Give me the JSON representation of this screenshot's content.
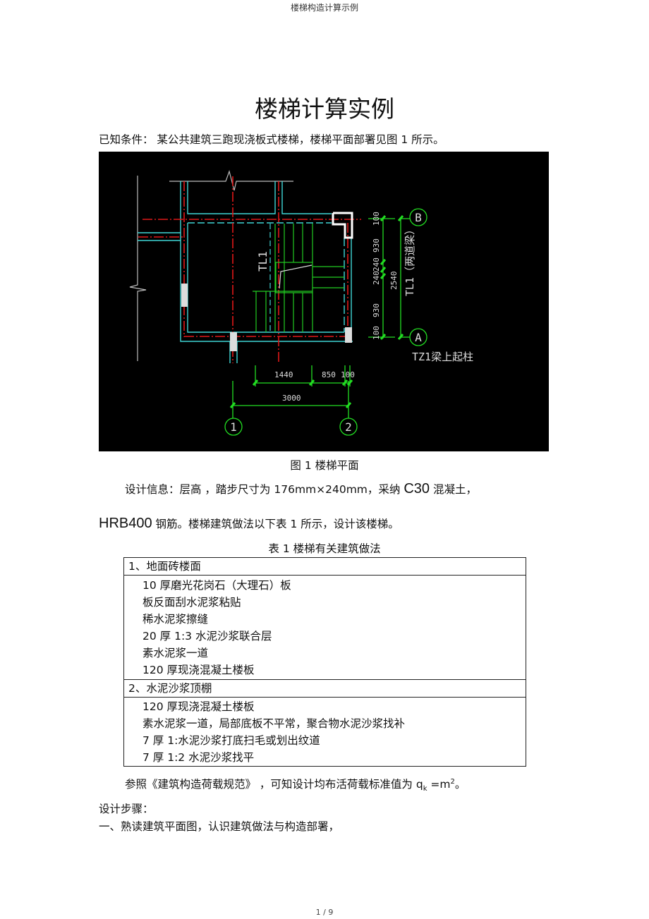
{
  "header": {
    "doc_title": "楼梯构造计算示例"
  },
  "title": "楼梯计算实例",
  "intro": "已知条件：   某公共建筑三跑现浇板式楼梯，楼梯平面部署见图      1 所示。",
  "figure": {
    "caption": "图 1 楼梯平面",
    "labels": {
      "tl1_left": "TL1",
      "tl1_right": "TL1（两道梁）",
      "tz1": "TZ1梁上起柱",
      "dim_100_top": "100",
      "dim_930_top": "930",
      "dim_240_a": "240",
      "dim_240_b": "240",
      "dim_930_bot": "930",
      "dim_100_bot": "100",
      "dim_2540": "2540",
      "dim_1440": "1440",
      "dim_850": "850",
      "dim_100_h": "100",
      "dim_3000": "3000",
      "axis_b": "B",
      "axis_a": "A",
      "axis_1": "1",
      "axis_2": "2"
    },
    "colors": {
      "background": "#000000",
      "wall": "#3fd6d6",
      "axis": "#e01818",
      "stair": "#22cc22",
      "dim": "#22dd22",
      "column": "#ffffff"
    }
  },
  "design_info": {
    "line1_a": "设计信息：层高  ，踏步尺寸为  176mm×240mm，采纳 ",
    "line1_c30": "C30",
    "line1_b": " 混凝土，",
    "line2_hrb": "HRB400",
    "line2_b": " 钢筋。楼梯建筑做法以下表   1 所示，设计该楼梯。"
  },
  "table": {
    "caption": "表 1 楼梯有关建筑做法",
    "sections": [
      {
        "heading": "1、地面砖楼面",
        "items": [
          "10 厚磨光花岗石（大理石）板",
          "板反面刮水泥浆粘贴",
          "稀水泥浆擦缝",
          "20 厚 1:3 水泥沙浆联合层",
          "素水泥浆一道",
          "120 厚现浇混凝土楼板"
        ]
      },
      {
        "heading": "2、水泥沙浆顶棚",
        "items": [
          "120 厚现浇混凝土楼板",
          "素水泥浆一道，局部底板不平常，聚合物水泥沙浆找补",
          "7 厚 1:水泥沙浆打底扫毛或划出纹道",
          "7 厚 1:2 水泥沙浆找平"
        ]
      }
    ]
  },
  "reference": {
    "text": "参照《建筑构造荷载规范》  ，可知设计均布活荷载标准值为    ",
    "q": "q",
    "sub": "k",
    "eq": " =m",
    "sup": "2",
    "end": "。"
  },
  "steps_title": "设计步骤：",
  "step1": "一、熟读建筑平面图，认识建筑做法与构造部署，",
  "footer": {
    "page": "1 / 9"
  }
}
